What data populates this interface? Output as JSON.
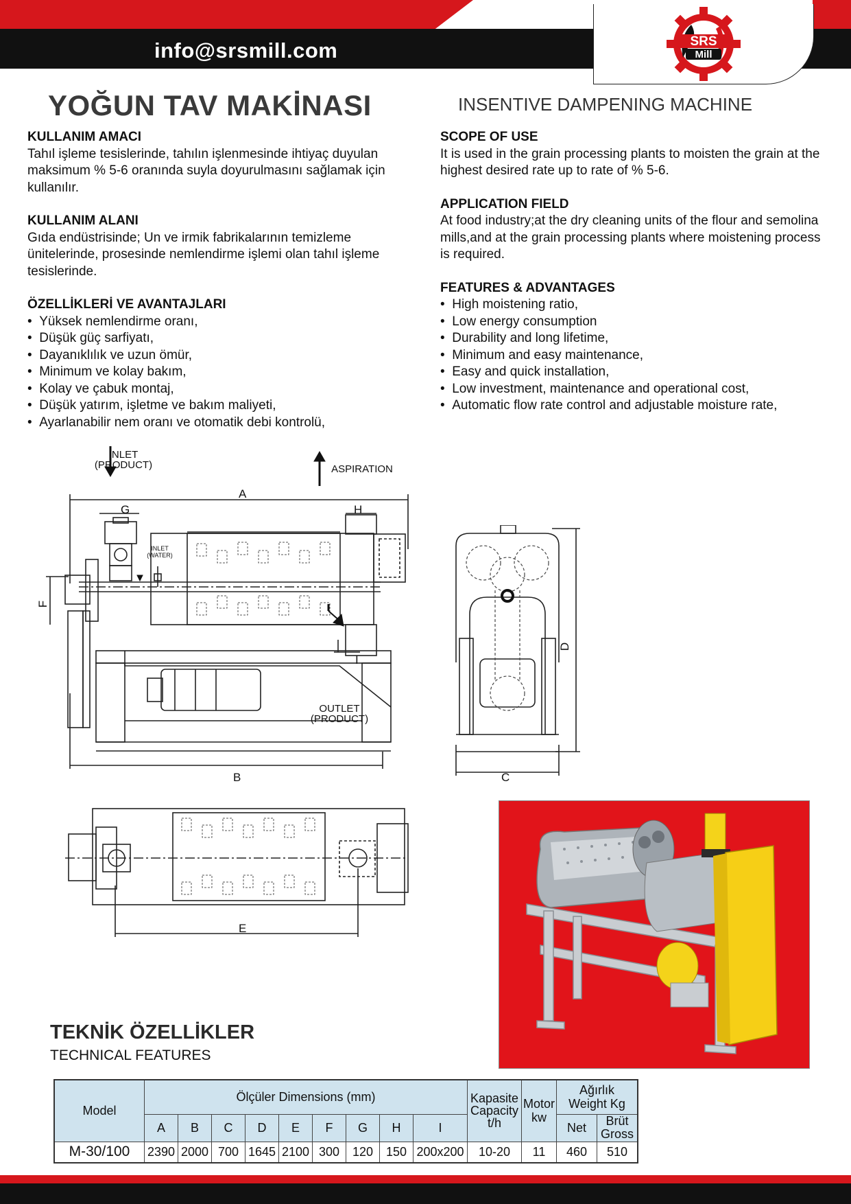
{
  "header": {
    "email": "info@srsmill.com",
    "logo_text_1": "SRS",
    "logo_text_2": "Mill",
    "colors": {
      "red": "#d6171c",
      "black": "#111111"
    }
  },
  "titles": {
    "tr": "YOĞUN TAV MAKİNASI",
    "en": "INSENTIVE DAMPENING MACHINE"
  },
  "left": {
    "h1": "KULLANIM AMACI",
    "p1": "Tahıl işleme tesislerinde, tahılın işlenmesinde ihtiyaç duyulan maksimum % 5-6 oranında suyla doyurulmasını sağlamak için kullanılır.",
    "h2": "KULLANIM ALANI",
    "p2": "Gıda endüstrisinde; Un ve irmik fabrikalarının  temizleme ünitelerinde, prosesinde nemlendirme işlemi olan tahıl işleme tesislerinde.",
    "h3": "ÖZELLİKLERİ VE AVANTAJLARI",
    "features": [
      "Yüksek nemlendirme oranı,",
      "Düşük güç sarfiyatı,",
      "Dayanıklılık ve uzun ömür,",
      "Minimum ve kolay bakım,",
      "Kolay ve çabuk montaj,",
      "Düşük yatırım, işletme ve bakım maliyeti,",
      "Ayarlanabilir nem oranı ve otomatik debi kontrolü,"
    ]
  },
  "right": {
    "h1": "SCOPE OF USE",
    "p1": "It is used in the grain processing plants to moisten the grain at the highest desired rate up to rate of % 5-6.",
    "h2": "APPLICATION FIELD",
    "p2": "At food industry;at the dry cleaning units of the flour and semolina mills,and at the grain processing plants where moistening process is required.",
    "h3": "FEATURES & ADVANTAGES",
    "features": [
      "High moistening ratio,",
      "Low energy consumption",
      "Durability and long lifetime,",
      "Minimum and easy maintenance,",
      "Easy and quick installation,",
      "Low investment, maintenance and operational cost,",
      "Automatic flow rate control and adjustable moisture rate,"
    ]
  },
  "drawing": {
    "inlet_1": "INLET",
    "inlet_2": "(PRODUCT)",
    "aspiration": "ASPIRATION",
    "inlet_water_1": "INLET",
    "inlet_water_2": "(WATER)",
    "outlet_1": "OUTLET",
    "outlet_2": "(PRODUCT)",
    "dims": {
      "a": "A",
      "b": "B",
      "c": "C",
      "d": "D",
      "e": "E",
      "f": "F",
      "g": "G",
      "h": "H",
      "i": "I"
    }
  },
  "tech": {
    "title_tr": "TEKNİK ÖZELLİKLER",
    "title_en": "TECHNICAL FEATURES"
  },
  "table": {
    "model": "Model",
    "dimensions": "Ölçüler   Dimensions (mm)",
    "capacity_1": "Kapasite",
    "capacity_2": "Capacity",
    "capacity_3": "t/h",
    "motor_1": "Motor",
    "motor_2": "kw",
    "weight_1": "Ağırlık",
    "weight_2": "Weight   Kg",
    "net": "Net",
    "gross_1": "Brüt",
    "gross_2": "Gross",
    "dim_cols": [
      "A",
      "B",
      "C",
      "D",
      "E",
      "F",
      "G",
      "H",
      "I"
    ],
    "row": {
      "model": "M-30/100",
      "dims": [
        "2390",
        "2000",
        "700",
        "1645",
        "2100",
        "300",
        "120",
        "150",
        "200x200"
      ],
      "capacity": "10-20",
      "motor": "11",
      "net": "460",
      "gross": "510"
    }
  }
}
